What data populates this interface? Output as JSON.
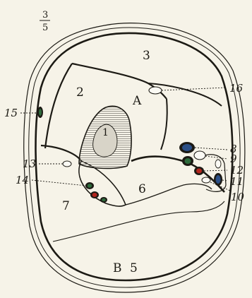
{
  "figure": {
    "fraction_numerator": "3",
    "fraction_denominator": "5",
    "region_labels": {
      "r1": "1",
      "r2": "2",
      "r3": "3",
      "rA": "A",
      "rB": "B",
      "r5": "5",
      "r6": "6",
      "r7": "7"
    },
    "callouts": {
      "c8": "8",
      "c9": "9",
      "c10": "10",
      "c11": "11",
      "c12": "12",
      "c13": "13",
      "c14": "14",
      "c15": "15",
      "c16": "16"
    },
    "colors": {
      "background": "#f6f3e8",
      "ink": "#1c1a14",
      "vein_blue": "#2b4f86",
      "artery_red": "#b3261e",
      "nerve_green": "#2e6b3c",
      "bone_hatch": "#b9b6ad"
    }
  }
}
